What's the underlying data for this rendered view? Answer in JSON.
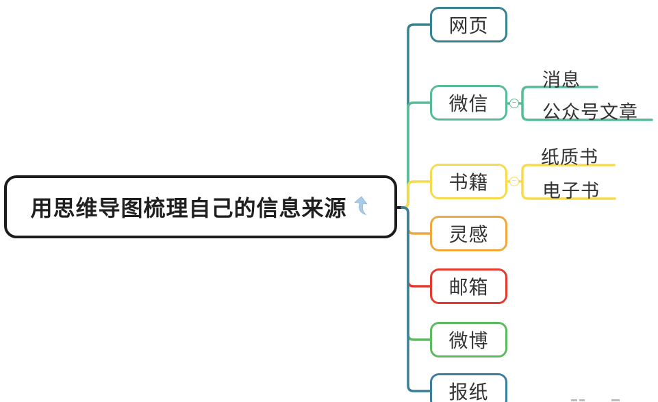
{
  "central": {
    "label": "用思维导图梳理自己的信息来源",
    "border_color": "#1c1c1c",
    "link_icon_color": "#a9cbe9"
  },
  "ui": {
    "collapse_glyph": "−"
  },
  "topics": [
    {
      "label": "网页",
      "color": "#38818E"
    },
    {
      "label": "微信",
      "color": "#57BC96",
      "children": [
        {
          "label": "消息"
        },
        {
          "label": "公众号文章"
        }
      ]
    },
    {
      "label": "书籍",
      "color": "#F6DB4D",
      "children": [
        {
          "label": "纸质书"
        },
        {
          "label": "电子书"
        }
      ]
    },
    {
      "label": "灵感",
      "color": "#F0A73E"
    },
    {
      "label": "邮箱",
      "color": "#E6392E"
    },
    {
      "label": "微博",
      "color": "#5BBB5E"
    },
    {
      "label": "报纸",
      "color": "#3B7E9C"
    }
  ],
  "canvas": {
    "background": "#ffffff"
  }
}
